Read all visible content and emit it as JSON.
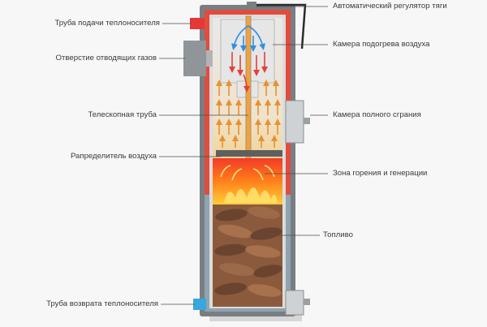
{
  "labels": {
    "supply_pipe": "Труба подачи теплоносителя",
    "exhaust_opening": "Отверстие отводящих газов",
    "telescopic_pipe": "Телескопная труба",
    "air_distributor": "Рапределитель воздуха",
    "return_pipe": "Труба возврата теплоносителя",
    "draft_regulator": "Автоматический регулятор тяги",
    "air_heating_chamber": "Камера подогрева воздуха",
    "full_combustion_chamber": "Камера полного сграния",
    "combustion_zone": "Зона горения  и генерации",
    "fuel": "Топливо"
  },
  "colors": {
    "background": "#f7f7f7",
    "outer_shell": "#787e82",
    "water_jacket": "#e24c3d",
    "inner_chamber": "#e3e3e3",
    "hot_arrow": "#e8912f",
    "cold_arrow": "#2f8fe6",
    "supply_pipe": "#e53935",
    "return_pipe": "#39a7de",
    "flame": "#ff6a00",
    "wood": "#7a4e33",
    "leader": "#4d4d4d"
  }
}
